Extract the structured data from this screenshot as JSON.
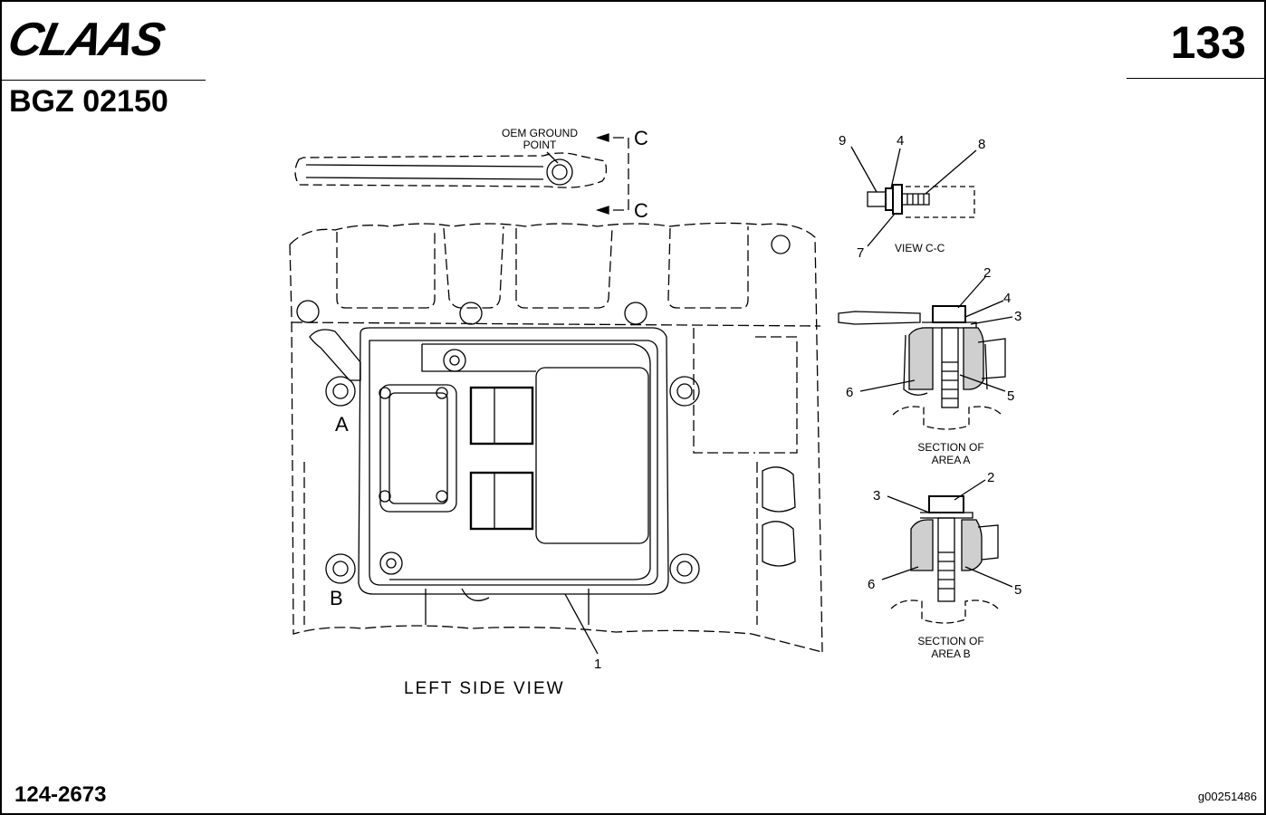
{
  "header": {
    "brand": "CLAAS",
    "doc_code": "BGZ 02150",
    "page_number": "133"
  },
  "footer": {
    "part_number": "124-2673",
    "reference": "g00251486"
  },
  "diagram": {
    "oem_ground_line1": "OEM GROUND",
    "oem_ground_line2": "POINT",
    "section_marker": "C",
    "area_a": "A",
    "area_b": "B",
    "left_side_view": "LEFT SIDE VIEW",
    "view_cc": "VIEW C-C",
    "section_a_line1": "SECTION OF",
    "section_a_line2": "AREA A",
    "section_b_line1": "SECTION OF",
    "section_b_line2": "AREA B",
    "callouts": {
      "c1": "1",
      "c2": "2",
      "c3": "3",
      "c4": "4",
      "c5": "5",
      "c6": "6",
      "c7": "7",
      "c8": "8",
      "c9": "9"
    }
  }
}
